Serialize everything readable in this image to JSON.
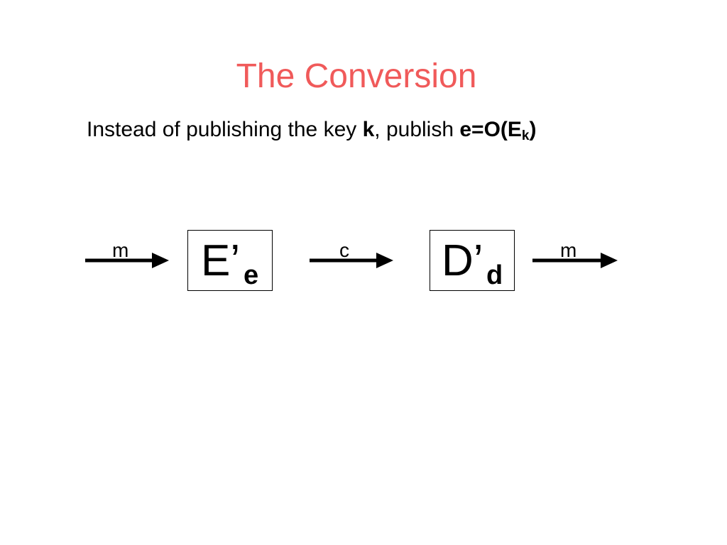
{
  "slide": {
    "title": "The Conversion",
    "title_color": "#f05a5a",
    "subtitle": {
      "part1": "Instead of publishing the key ",
      "key": "k",
      "part2": ", publish ",
      "expr_main": "e=O(E",
      "expr_sub": "k",
      "expr_close": ")"
    }
  },
  "diagram": {
    "encrypt_box": {
      "main": "E’",
      "sub": "e"
    },
    "decrypt_box": {
      "main": "D’",
      "sub": "d"
    },
    "arrow_labels": {
      "input": "m",
      "middle": "c",
      "output": "m"
    }
  }
}
